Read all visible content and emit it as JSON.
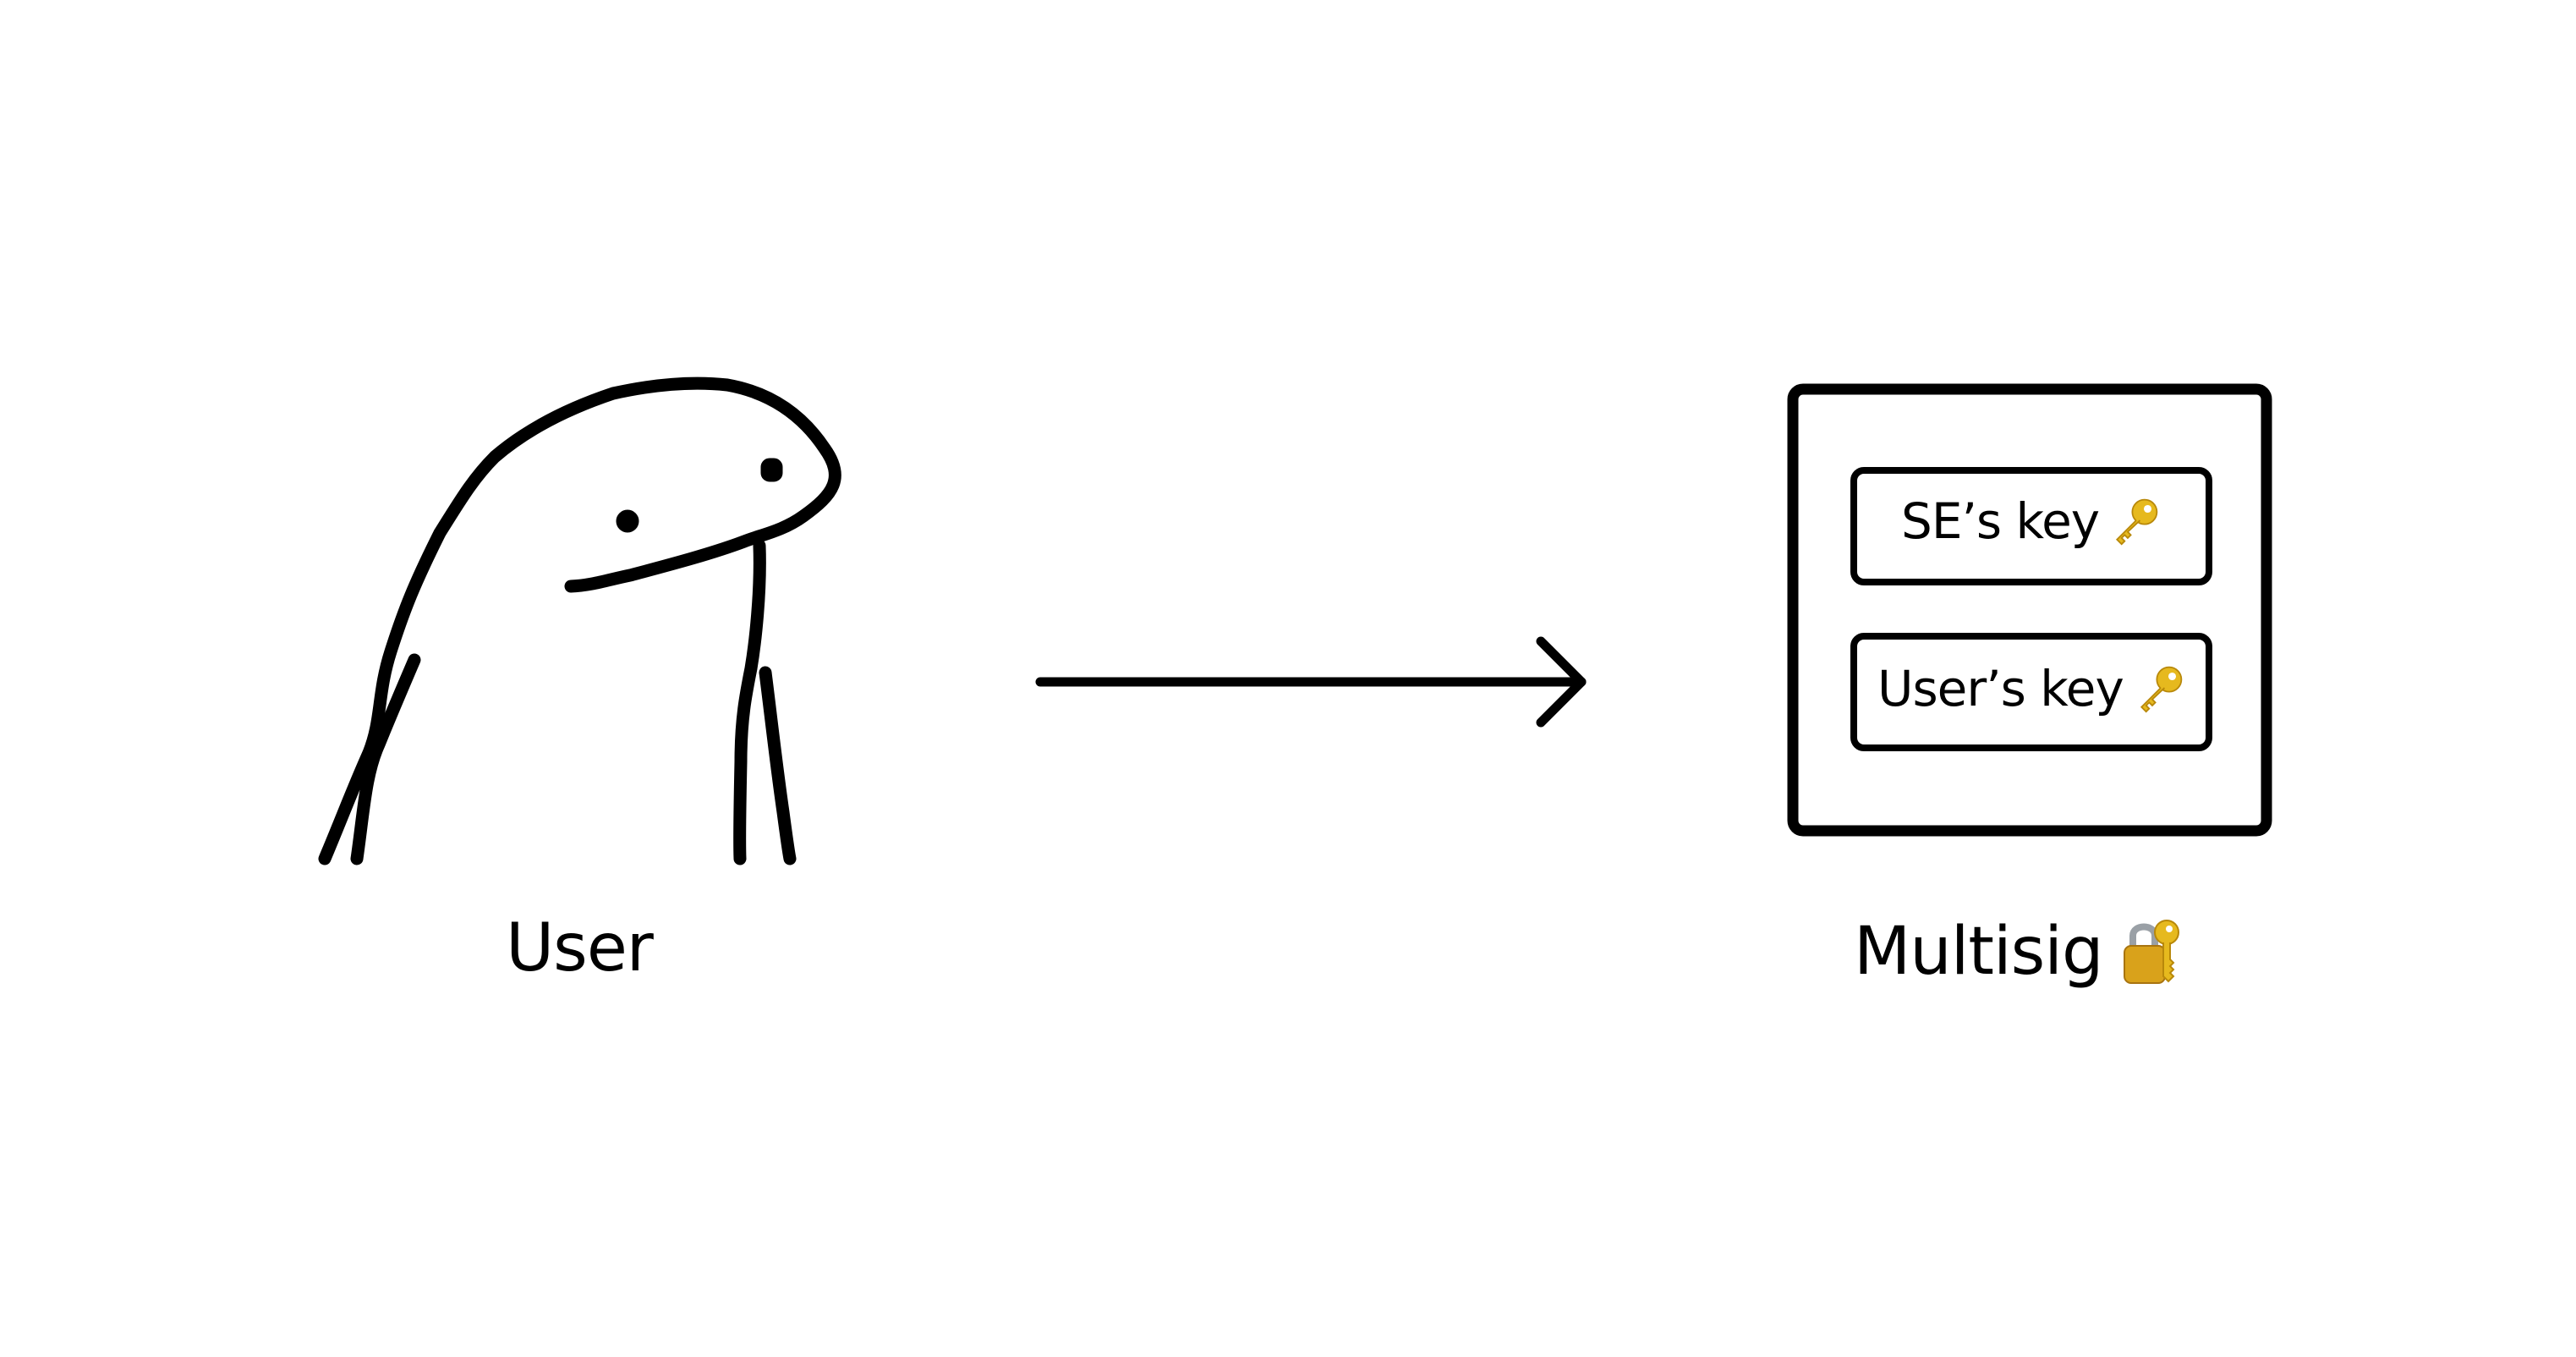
{
  "labels": {
    "user": "User",
    "multisig": "Multisig",
    "se_key": "SE’s key",
    "user_key": "User’s key"
  },
  "icons": {
    "user_figure": "doodle-person-icon",
    "arrow": "right-arrow-icon",
    "key": "key-icon",
    "locked_with_key": "locked-with-key-icon"
  },
  "colors": {
    "stroke": "#000000",
    "background": "#ffffff",
    "key_gold": "#E6B91E",
    "lock_gold": "#D9A21B"
  }
}
